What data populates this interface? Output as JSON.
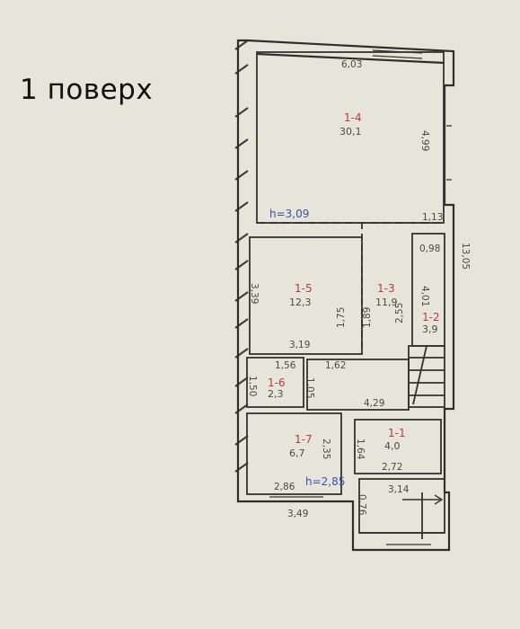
{
  "caption": "1 поверх",
  "plan": {
    "total_area": "h=3,09",
    "total_area_2": "h=2,85",
    "rooms": [
      {
        "id": "1-4",
        "area": "30,1"
      },
      {
        "id": "1-5",
        "area": "12,3"
      },
      {
        "id": "1-3",
        "area": "11,9"
      },
      {
        "id": "1-2",
        "area": "3,9"
      },
      {
        "id": "1-6",
        "area": "2,3"
      },
      {
        "id": "1-7",
        "area": "6,7"
      },
      {
        "id": "1-1",
        "area": "4,0"
      }
    ],
    "dimensions": [
      "6,03",
      "4,99",
      "1,13",
      "13,05",
      "0,98",
      "4,01",
      "3,39",
      "1,75",
      "1,89",
      "2,55",
      "3,19",
      "1,56",
      "1,50",
      "1,62",
      "1,05",
      "4,29",
      "2,35",
      "1,64",
      "2,72",
      "2,86",
      "3,14",
      "0,76",
      "3,49"
    ]
  },
  "colors": {
    "background": "#e7e5da",
    "ink": "#4a4a44",
    "pen_red": "#b83a3a",
    "pen_blue": "#3950a8"
  }
}
